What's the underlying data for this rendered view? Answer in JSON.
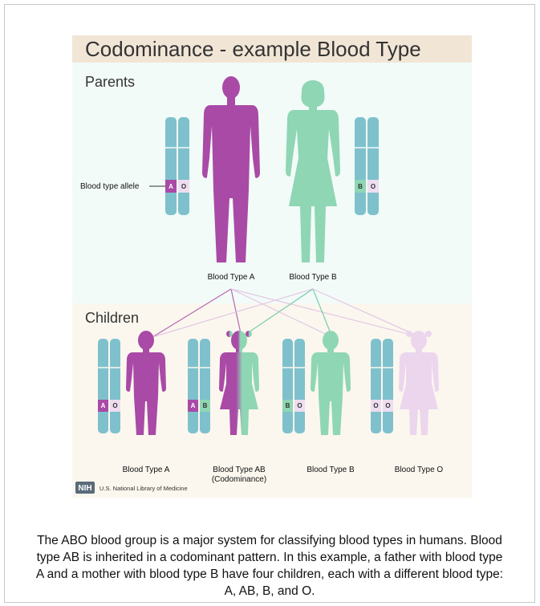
{
  "figure": {
    "title": "Codominance - example Blood Type",
    "parents_label": "Parents",
    "children_label": "Children",
    "allele_label": "Blood type allele",
    "father": {
      "type_label": "Blood Type A",
      "alleles": [
        "A",
        "O"
      ]
    },
    "mother": {
      "type_label": "Blood Type B",
      "alleles": [
        "B",
        "O"
      ]
    },
    "children": [
      {
        "type_label": "Blood Type A",
        "sub_label": "",
        "alleles": [
          "A",
          "O"
        ]
      },
      {
        "type_label": "Blood Type AB",
        "sub_label": "(Codominance)",
        "alleles": [
          "A",
          "B"
        ]
      },
      {
        "type_label": "Blood Type B",
        "sub_label": "",
        "alleles": [
          "B",
          "O"
        ]
      },
      {
        "type_label": "Blood Type O",
        "sub_label": "",
        "alleles": [
          "O",
          "O"
        ]
      }
    ],
    "credit_badge": "NIH",
    "credit_text": "U.S. National Library of Medicine"
  },
  "caption": "The ABO blood group is a major system for classifying blood types in humans. Blood type AB is inherited in a codominant pattern. In this example, a father with blood type A and a mother with blood type B have four children, each with a different blood type: A, AB, B, and O.",
  "colors": {
    "title_bar": "#f1e6d6",
    "parents_bg": "#f2fbf8",
    "children_bg": "#fbf7ee",
    "chromosome": "#7ec1cd",
    "allele_A": "#a94aa6",
    "allele_B": "#8fd6b4",
    "allele_O": "#eeddf0",
    "father": "#a94aa6",
    "mother": "#8fd6b4",
    "child_O": "#ecd6ee"
  }
}
